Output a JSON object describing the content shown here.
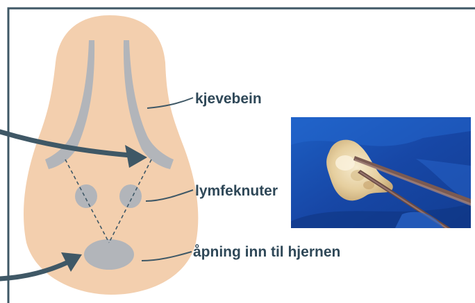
{
  "labels": {
    "jaw_bone": "kjevebein",
    "lymph_nodes": "lymfeknuter",
    "brain_opening": "åpning inn til hjernen"
  },
  "colors": {
    "frame": "#3f5866",
    "head": "#f3cfae",
    "bone": "#b2b5ba",
    "arrow": "#3f5866",
    "pointer": "#3f5866",
    "photo_background": "#1a52b8",
    "photo_tissue": "#e8d2a8",
    "photo_instrument": "#6a4a42"
  },
  "photo": {
    "description_icon": "dissection-photo"
  }
}
